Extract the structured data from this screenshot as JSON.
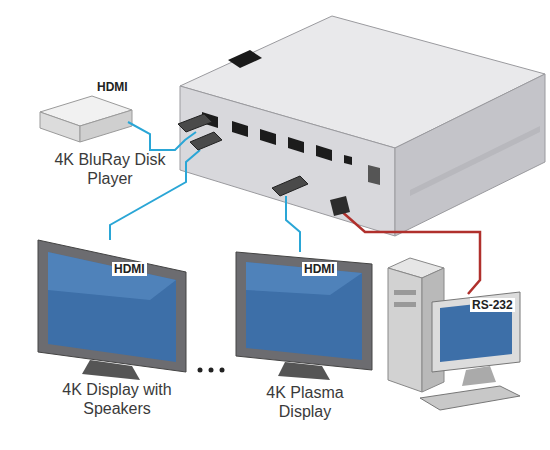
{
  "diagram": {
    "nodes": [
      {
        "text": [
          "4K BluRay Disk Player"
        ]
      },
      {
        "text": [
          "4K Display with Speakers"
        ]
      },
      {
        "text": [
          "4K Plasma Display"
        ]
      }
    ],
    "labels": [
      "HDMI",
      "HDMI",
      "HDMI",
      "RS-232"
    ]
  }
}
